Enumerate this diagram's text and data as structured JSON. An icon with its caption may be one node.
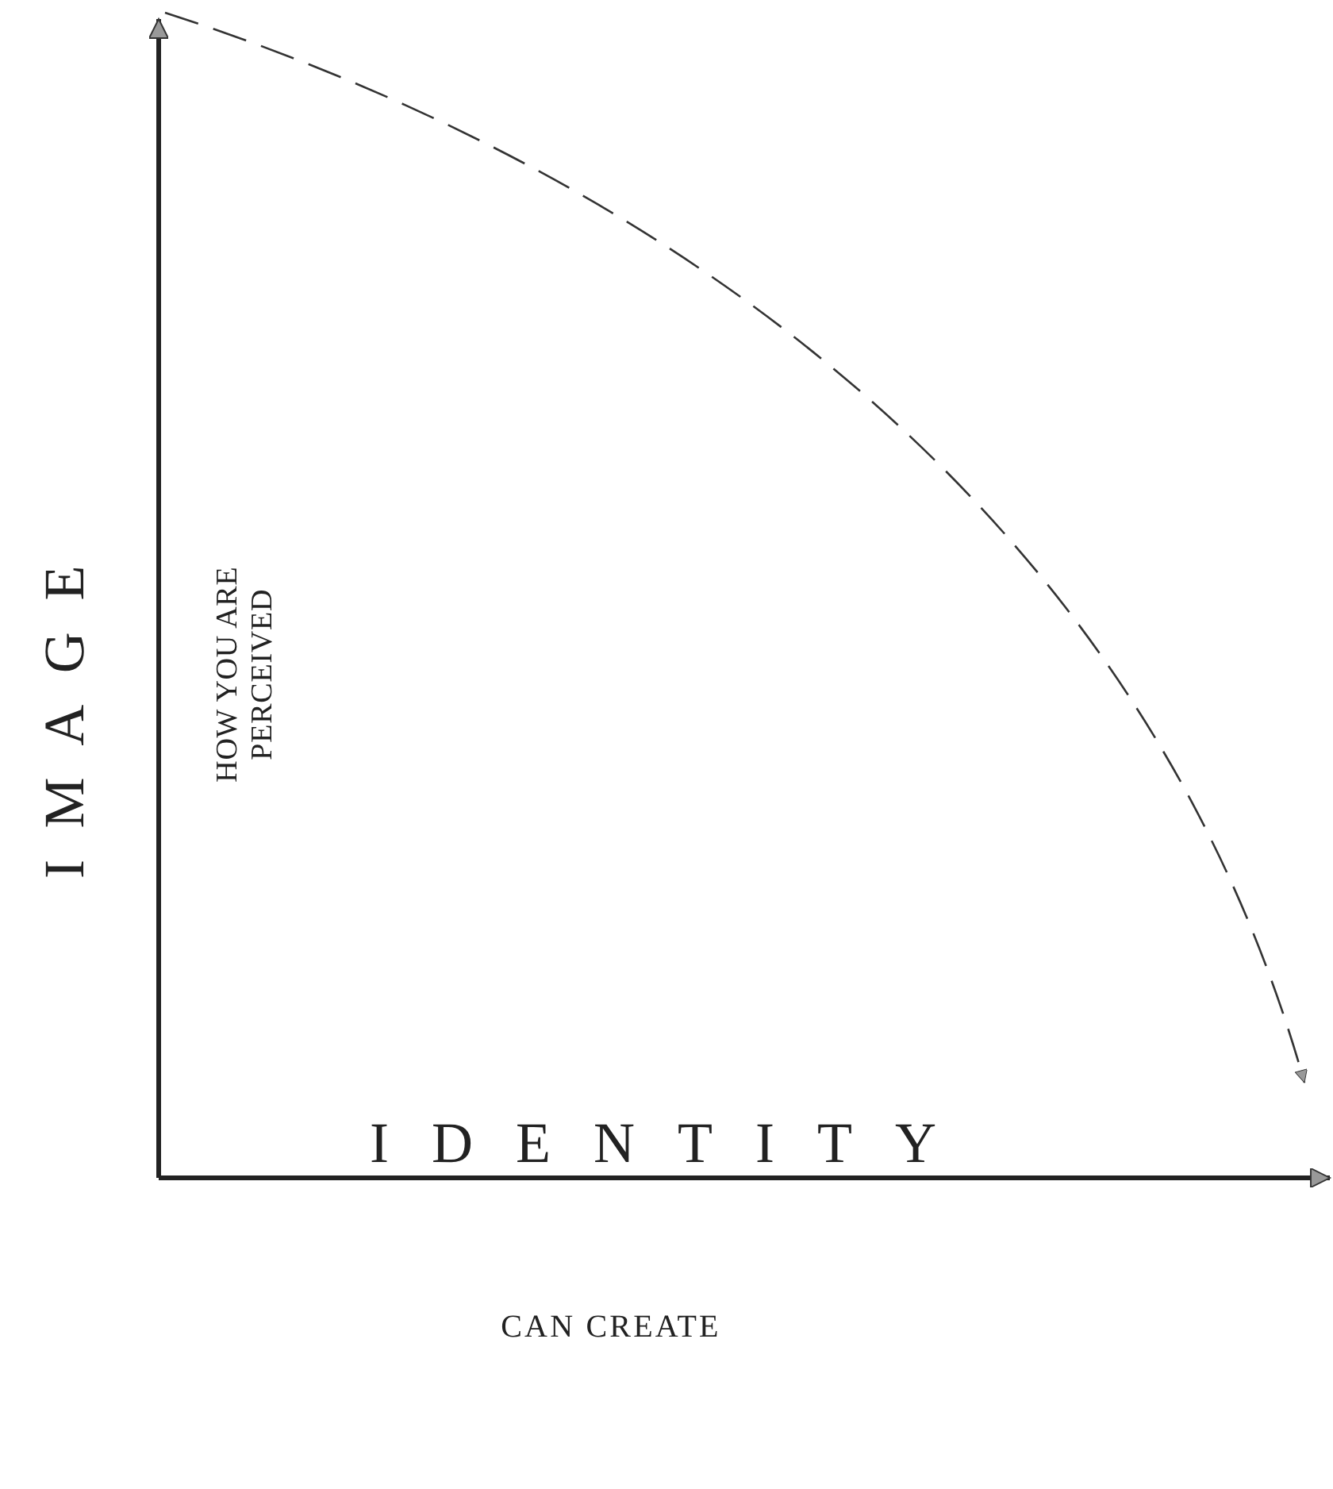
{
  "diagram": {
    "labels": [
      "IMAGE",
      "HOW YOU ARE PERCEIVED",
      "IDENTITY",
      "CAN CREATE"
    ]
  }
}
